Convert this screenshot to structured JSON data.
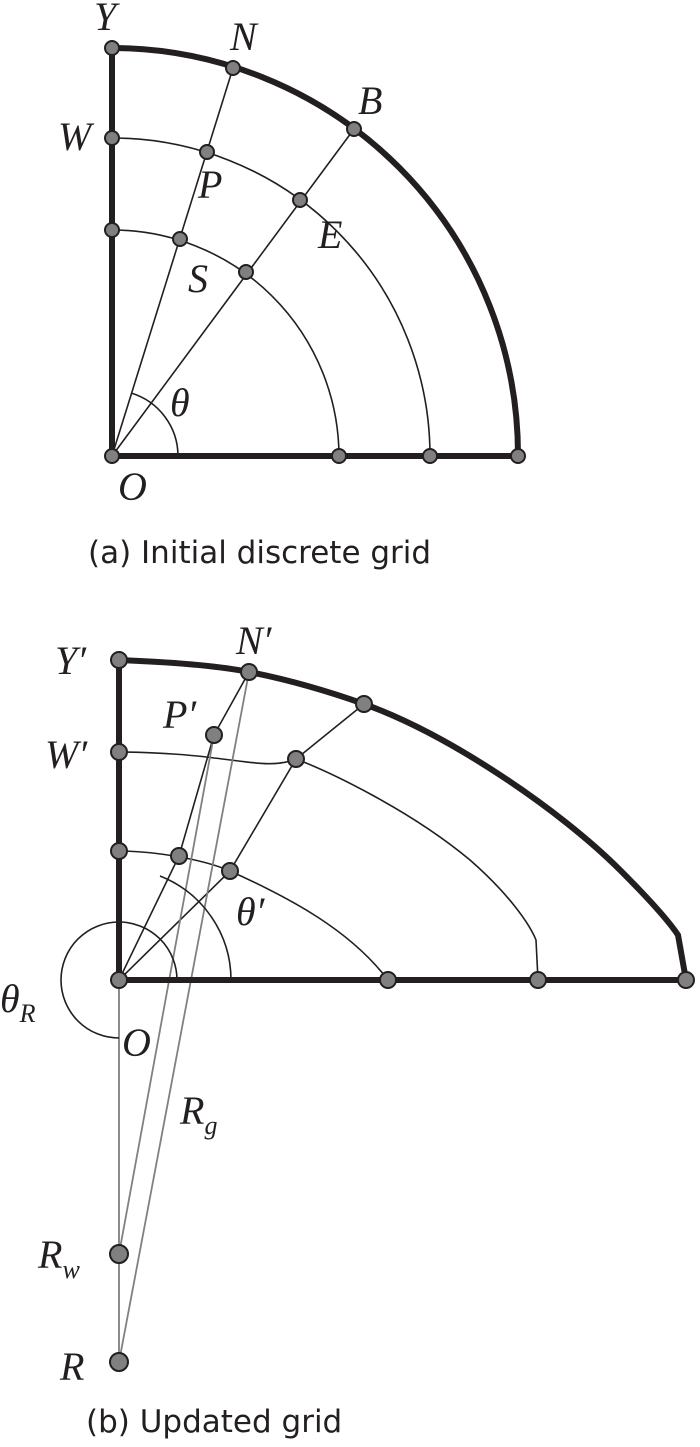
{
  "panel_a": {
    "labels": {
      "Y": "Y",
      "N": "N",
      "B": "B",
      "W": "W",
      "P": "P",
      "E": "E",
      "S": "S",
      "theta": "θ",
      "O": "O"
    },
    "caption": "(a)  Initial discrete grid"
  },
  "panel_b": {
    "labels": {
      "Y": "Y′",
      "N": "N′",
      "W": "W′",
      "P": "P′",
      "theta": "θ′",
      "thetaR": "θ",
      "thetaR_sub": "R",
      "O": "O",
      "Rg": "R",
      "Rg_sub": "g",
      "Rw": "R",
      "Rw_sub": "w",
      "R": "R"
    },
    "caption": "(b)  Updated grid"
  }
}
